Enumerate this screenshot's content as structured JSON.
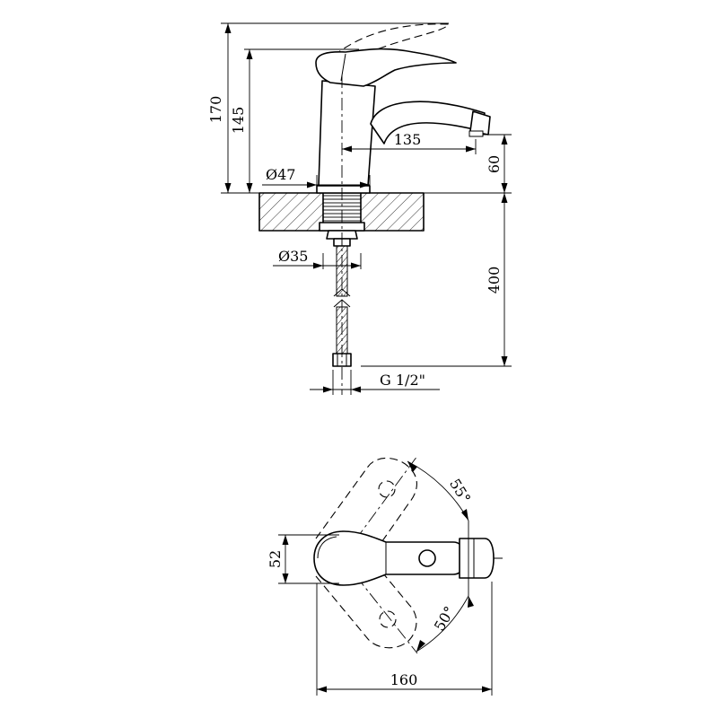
{
  "dimensions": {
    "total_height": "170",
    "spout_height": "145",
    "spout_reach": "135",
    "outlet_height": "60",
    "base_diameter": "Ø47",
    "shank_diameter": "Ø35",
    "hose_length": "400",
    "connection_thread": "G 1/2\"",
    "base_width": "52",
    "total_length": "160",
    "lever_angle_top": "55°",
    "lever_angle_bottom": "50°"
  }
}
